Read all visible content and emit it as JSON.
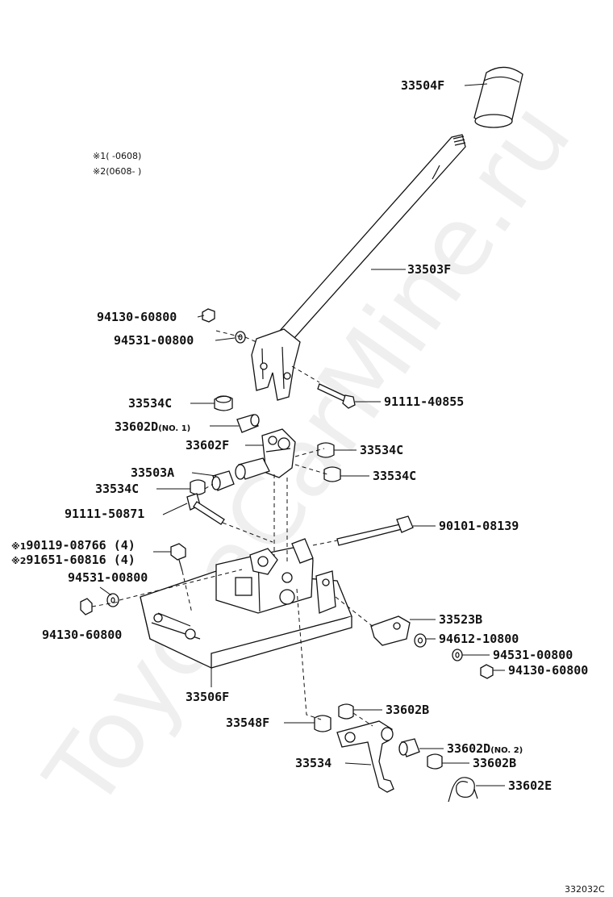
{
  "watermark": "ToyotaCarMine.ru",
  "notes": [
    {
      "mark": "※1",
      "text": "(     -0608)"
    },
    {
      "mark": "※2",
      "text": "(0608-     )"
    }
  ],
  "labels": {
    "knob": "33504F",
    "lever": "33503F",
    "bolt_a": "94130-60800",
    "washer_a": "94531-00800",
    "bolt_91111_40855": "91111-40855",
    "bush_c1": "33534C",
    "bush_d1": "33602D",
    "bush_d1_sub": "(NO. 1)",
    "bracket_f": "33602F",
    "bush_c2": "33534C",
    "pin_a": "33503A",
    "bush_c3": "33534C",
    "bush_c4": "33534C",
    "bolt_91111_50871": "91111-50871",
    "bolt_90101": "90101-08139",
    "bolt_alt1": "90119-08766 (4)",
    "bolt_alt1_mark": "※1",
    "bolt_alt2": "91651-60816 (4)",
    "bolt_alt2_mark": "※2",
    "washer_b": "94531-00800",
    "nut_b": "94130-60800",
    "cover_b": "33523B",
    "washer_c": "94612-10800",
    "washer_d": "94531-00800",
    "nut_d": "94130-60800",
    "housing": "33506F",
    "bush_b1": "33602B",
    "pin_f": "33548F",
    "bush_d2": "33602D",
    "bush_d2_sub": "(NO. 2)",
    "lever_sel": "33534",
    "bush_b2": "33602B",
    "spring_e": "33602E"
  },
  "figure_code": "332032C"
}
